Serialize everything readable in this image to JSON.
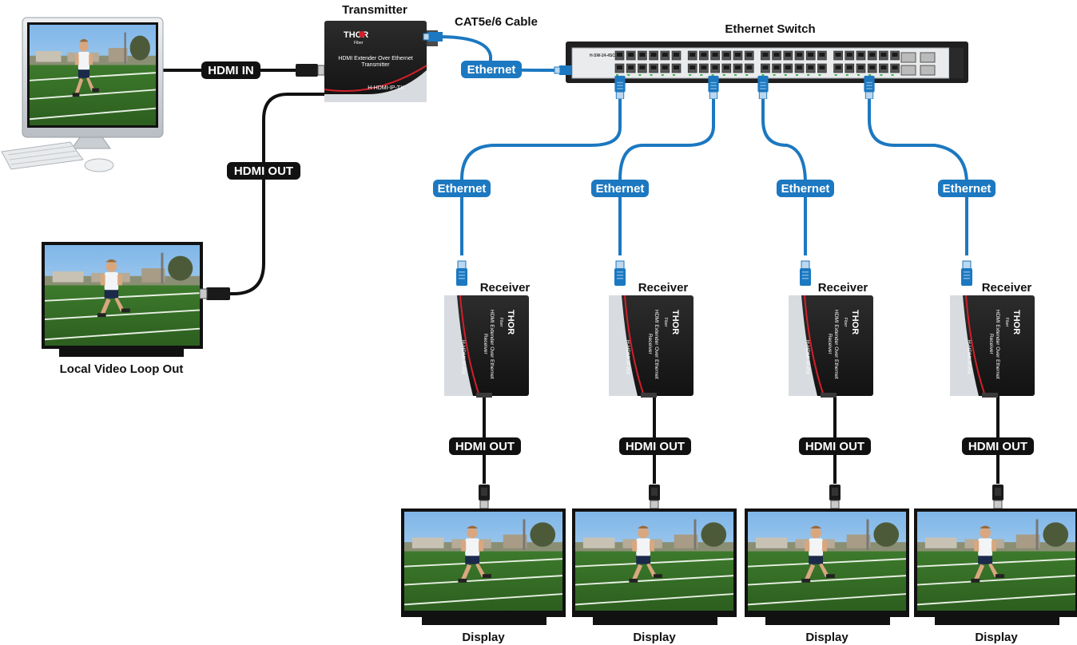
{
  "diagram": {
    "transmitter": {
      "title": "Transmitter",
      "brand": "THOR",
      "brand_sub": "Fiber",
      "desc_line1": "HDMI Extender Over Ethernet",
      "desc_line2": "Transmitter",
      "model": "H-HDMI-IP-TX"
    },
    "cable_label": "CAT5e/6 Cable",
    "switch": {
      "title": "Ethernet Switch",
      "model": "H-SW-24-4SC"
    },
    "pills": {
      "hdmi_in": "HDMI IN",
      "hdmi_out_local": "HDMI OUT",
      "ethernet_tx": "Ethernet",
      "ethernet_rx": "Ethernet",
      "hdmi_out_rx": "HDMI OUT"
    },
    "local_display_label": "Local Video Loop Out",
    "receiver": {
      "title": "Receiver",
      "brand": "THOR",
      "brand_sub": "Fiber",
      "desc_line1": "HDMI Extender Over Ethernet",
      "desc_line2": "Receiver",
      "model": "H-HDMI-IP-RX"
    },
    "display_label": "Display",
    "colors": {
      "ethernet_blue": "#1c78c0",
      "cable_black": "#111111",
      "device_black": "#1b1b1b",
      "accent_red": "#d2202a"
    }
  }
}
